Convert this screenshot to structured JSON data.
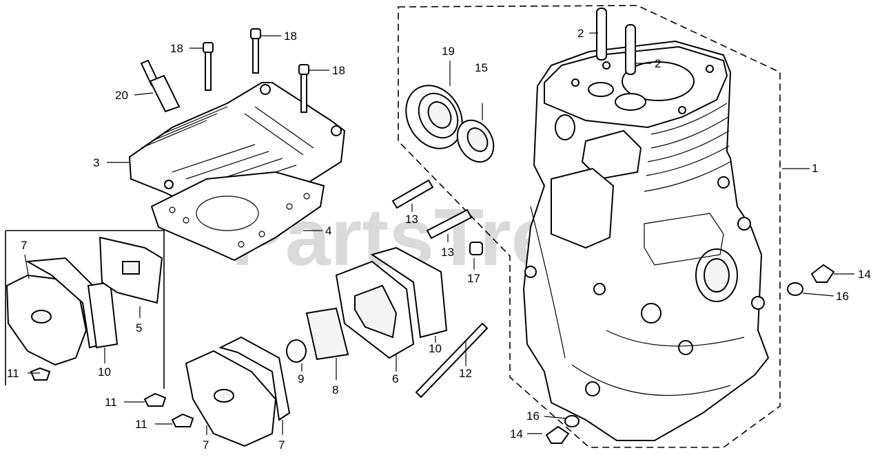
{
  "watermark": "PartsTree",
  "labels": {
    "l1": "1",
    "l2a": "2",
    "l2b": "2",
    "l3": "3",
    "l4": "4",
    "l5": "5",
    "l6": "6",
    "l7a": "7",
    "l7b": "7",
    "l7c": "7",
    "l8": "8",
    "l9": "9",
    "l10a": "10",
    "l10b": "10",
    "l11a": "11",
    "l11b": "11",
    "l11c": "11",
    "l12": "12",
    "l13a": "13",
    "l13b": "13",
    "l14a": "14",
    "l14b": "14",
    "l15": "15",
    "l16a": "16",
    "l16b": "16",
    "l17": "17",
    "l18a": "18",
    "l18b": "18",
    "l18c": "18",
    "l19": "19",
    "l20": "20"
  }
}
